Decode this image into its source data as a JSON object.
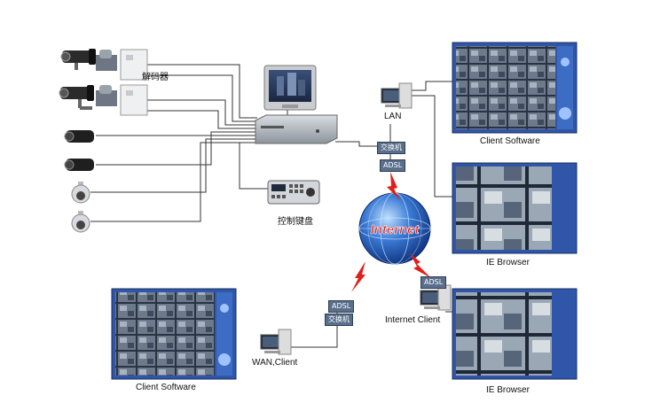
{
  "labels": {
    "decoder": "解码器",
    "lan": "LAN",
    "switch_top": "交换机",
    "adsl_top": "ADSL",
    "control_keyboard": "控制键盘",
    "internet": "Internet",
    "client_software_top": "Client  Software",
    "ie_browser_top": "IE Browser",
    "adsl_right": "ADSL",
    "internet_client": "Internet Client",
    "ie_browser_bottom": "IE Browser",
    "adsl_left": "ADSL",
    "switch_left": "交换机",
    "wan_client": "WAN,Client",
    "client_software_bottom": "Client  Software"
  },
  "icons": {
    "bullet_camera": "bullet-camera-icon",
    "dome_camera": "dome-camera-icon",
    "decoder": "decoder-box-icon",
    "monitor": "crt-monitor-icon",
    "dvr": "dvr-recorder-icon",
    "keyboard": "control-keyboard-icon",
    "globe": "internet-globe-icon",
    "workstation": "computer-workstation-icon",
    "lightning": "lightning-link-icon"
  },
  "colors": {
    "wire": "#333333",
    "lightning": "#e0201a",
    "globe": "#1d4fa8",
    "screen_frame": "#2f56a8"
  }
}
